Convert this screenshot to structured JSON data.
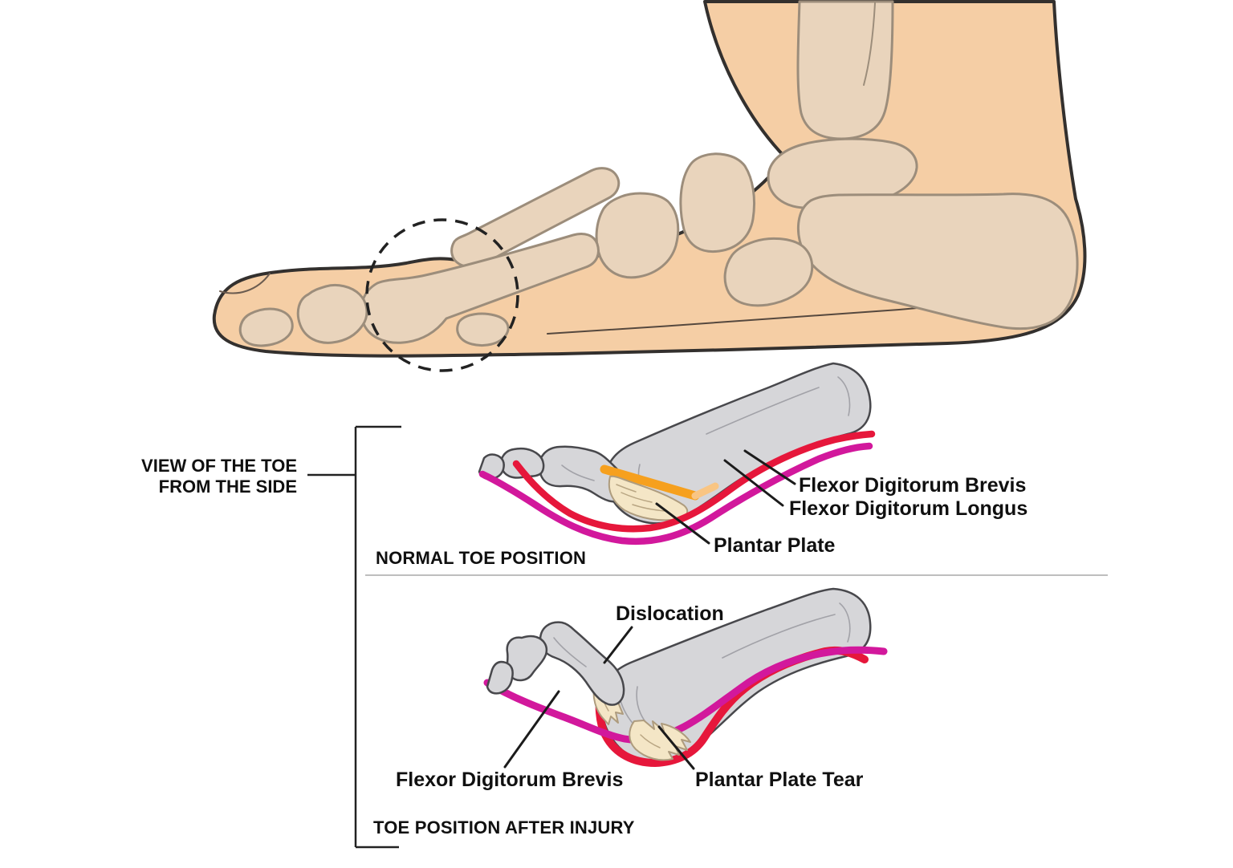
{
  "colors": {
    "skin": "#F5CEA5",
    "skin_outline": "#33302E",
    "foot_bone": "#E9D4BC",
    "foot_bone_outline": "#9C8D7B",
    "diagram_bone": "#D6D6D9",
    "diagram_bone_outline": "#48484C",
    "tendon_red": "#E6173B",
    "tendon_magenta": "#D2189C",
    "ligament_orange": "#F6A01E",
    "ligament_orange_light": "#F9C583",
    "plantar_plate": "#F4E6C6",
    "plantar_plate_outline": "#AE9C7E"
  },
  "side_view_label": {
    "line1": "VIEW OF THE TOE",
    "line2": "FROM THE SIDE"
  },
  "normal_diagram": {
    "caption": "NORMAL TOE POSITION",
    "labels": {
      "flexor_digitorum_brevis": "Flexor Digitorum Brevis",
      "flexor_digitorum_longus": "Flexor Digitorum Longus",
      "plantar_plate": "Plantar Plate"
    }
  },
  "injury_diagram": {
    "caption": "TOE POSITION AFTER INJURY",
    "labels": {
      "dislocation": "Dislocation",
      "flexor_digitorum_brevis": "Flexor Digitorum Brevis",
      "plantar_plate_tear": "Plantar Plate Tear"
    }
  }
}
